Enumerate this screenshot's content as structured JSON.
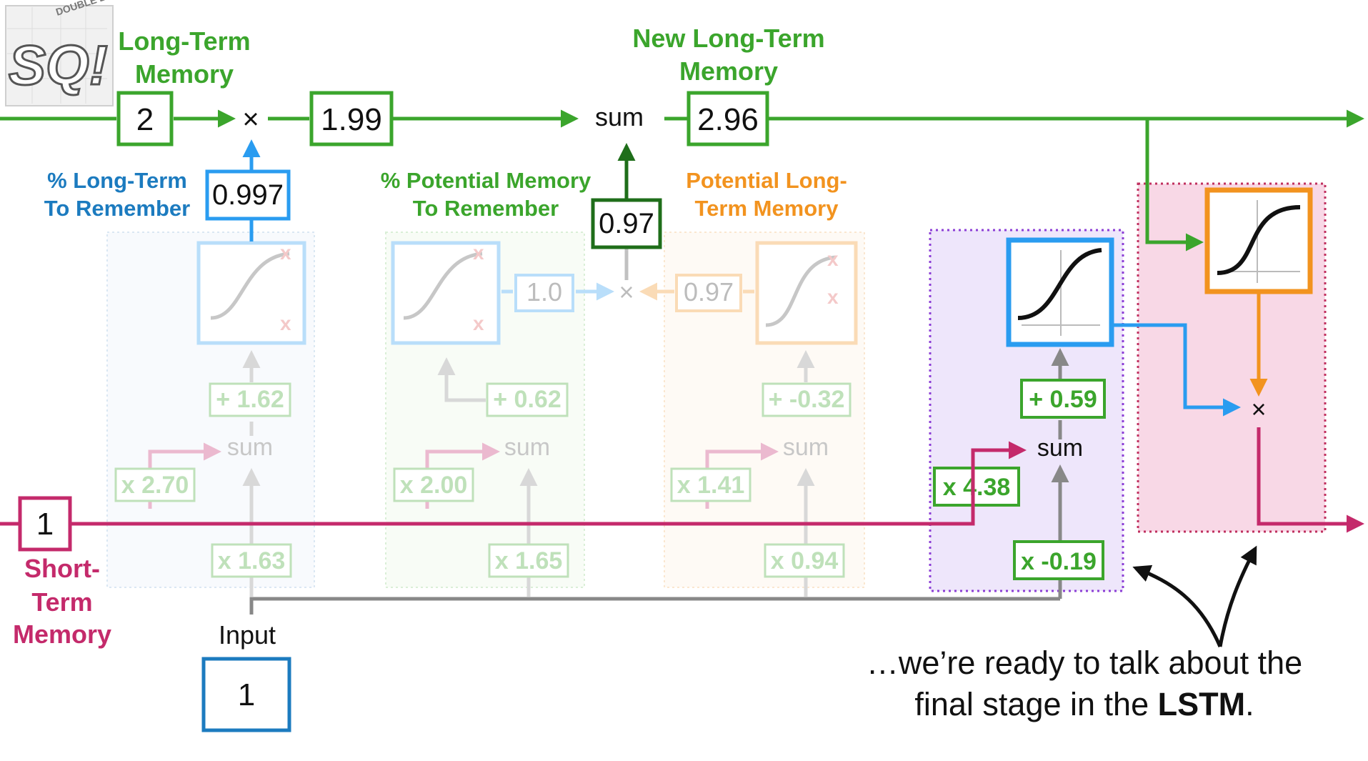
{
  "logo": {
    "letters": "SQ!",
    "badge": "DOUBLE BAM!!"
  },
  "long_term": {
    "label_line1": "Long-Term",
    "label_line2": "Memory",
    "value": "2",
    "times": "×",
    "product": "1.99",
    "sum": "sum",
    "new_label_line1": "New Long-Term",
    "new_label_line2": "Memory",
    "new_value": "2.96"
  },
  "forget_gate": {
    "label_line1": "% Long-Term",
    "label_line2": "To Remember",
    "output": "0.997",
    "bias": "+ 1.62",
    "sum": "sum",
    "short_weight": "x 2.70",
    "input_weight": "x 1.63"
  },
  "input_gate": {
    "label_line1": "% Potential Memory",
    "label_line2": "To Remember",
    "output": "1.0",
    "bias": "+ 0.62",
    "sum": "sum",
    "short_weight": "x 2.00",
    "input_weight": "x 1.65"
  },
  "potential": {
    "label_line1": "Potential Long-",
    "label_line2": "Term Memory",
    "output": "0.97",
    "product": "0.97",
    "times": "×",
    "bias": "+ -0.32",
    "sum": "sum",
    "short_weight": "x 1.41",
    "input_weight": "x 0.94"
  },
  "output_gate": {
    "bias": "+ 0.59",
    "sum": "sum",
    "short_weight": "x 4.38",
    "input_weight": "x -0.19",
    "times": "×"
  },
  "short_term": {
    "value": "1",
    "label_line1": "Short-",
    "label_line2": "Term",
    "label_line3": "Memory"
  },
  "input": {
    "label": "Input",
    "value": "1"
  },
  "caption": {
    "line1": "…we’re ready to talk about the",
    "line2_prefix": "final stage in the ",
    "line2_bold": "LSTM",
    "line2_suffix": "."
  },
  "colors": {
    "green": "#3ba52c",
    "dark_green": "#1f6e1a",
    "blue": "#1c7bbf",
    "bright_blue": "#2a9cf0",
    "orange": "#f2931f",
    "magenta": "#c42a6b",
    "gray": "#888888",
    "purple_bg": "#eee6fb",
    "purple_border": "#8c3fd6",
    "pink_bg": "#f8d8e6",
    "pink_border": "#c0305f"
  }
}
